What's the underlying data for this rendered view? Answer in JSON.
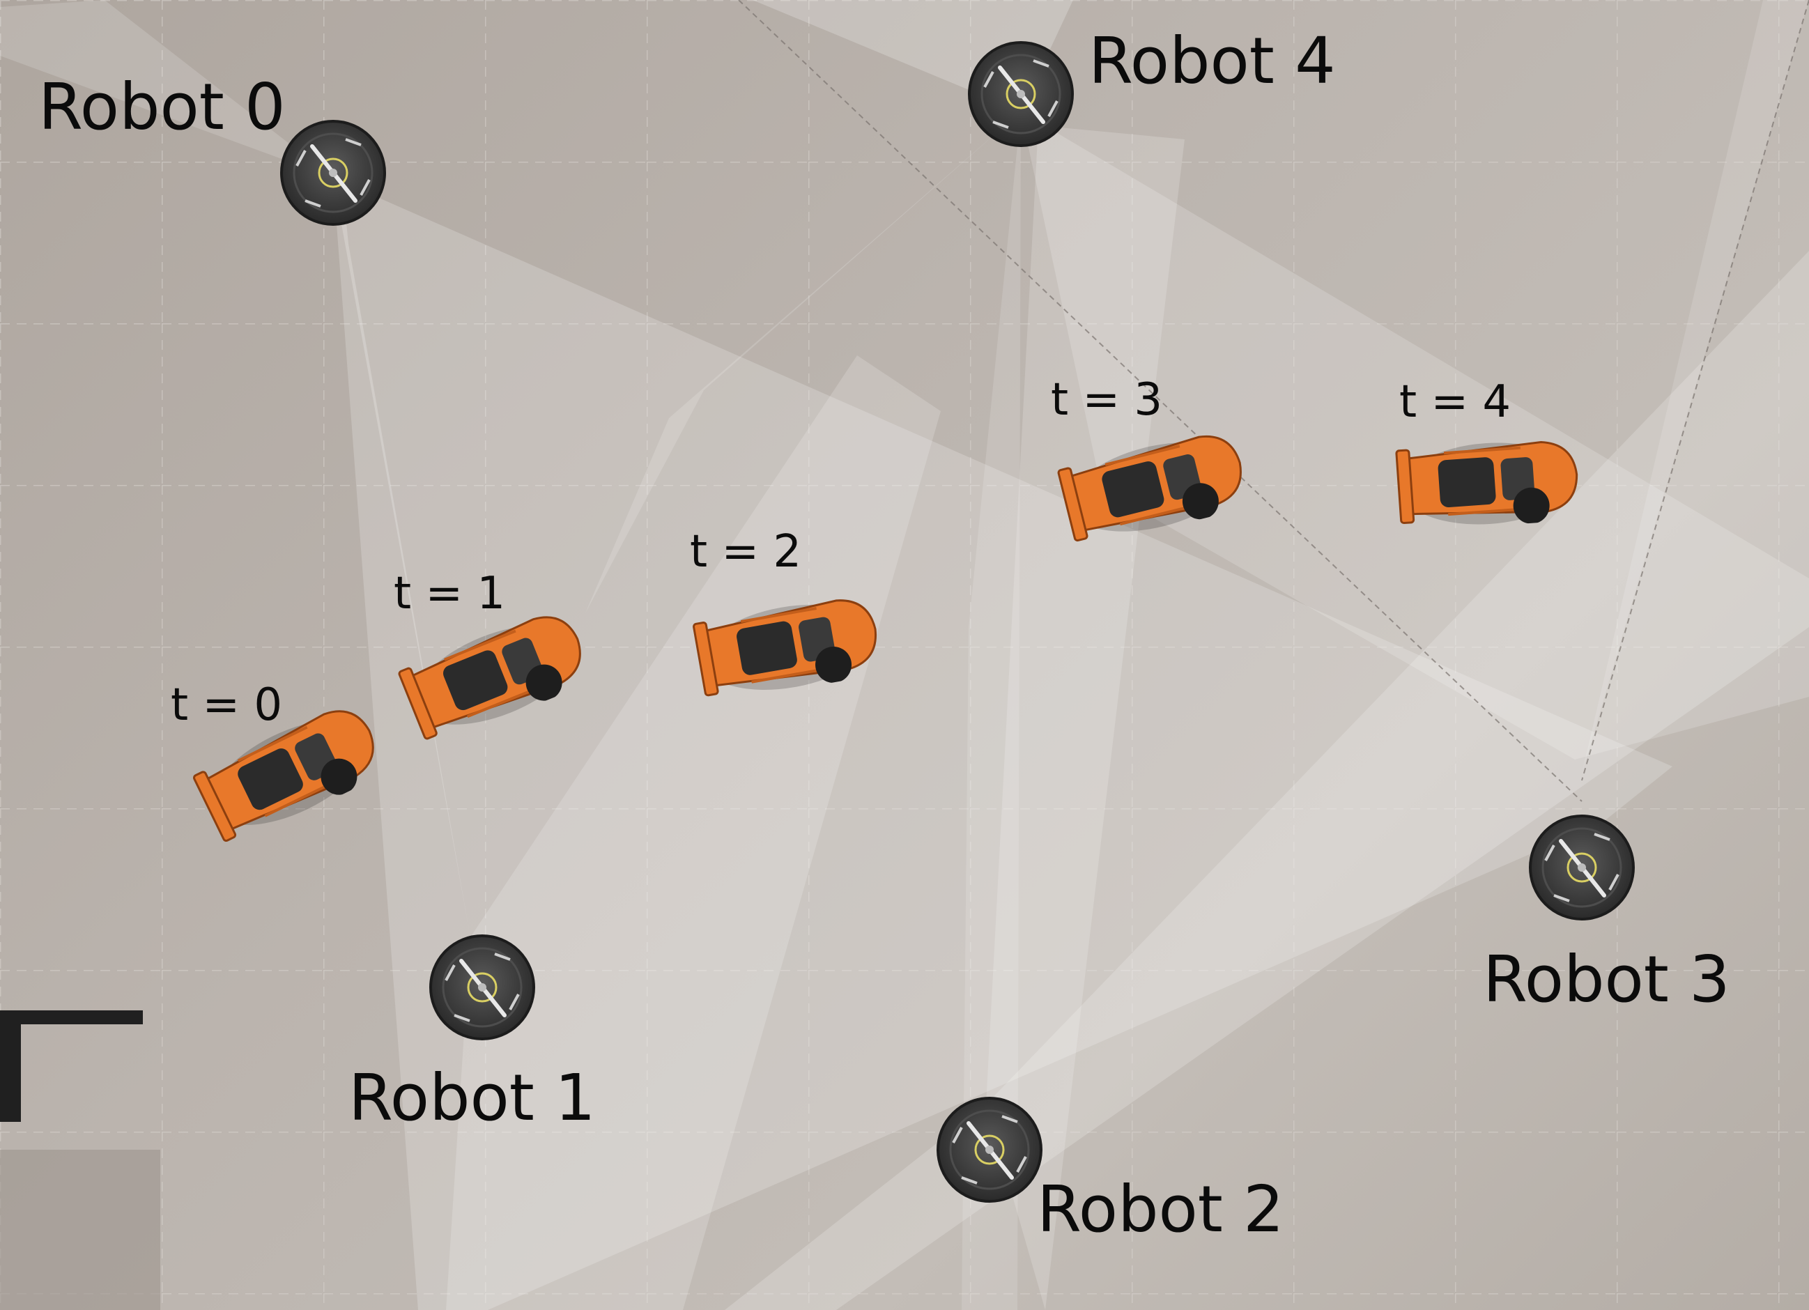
{
  "robots": [
    {
      "label": "Robot 0"
    },
    {
      "label": "Robot 1"
    },
    {
      "label": "Robot 2"
    },
    {
      "label": "Robot 3"
    },
    {
      "label": "Robot 4"
    }
  ],
  "timesteps": [
    {
      "label": "t = 0"
    },
    {
      "label": "t = 1"
    },
    {
      "label": "t = 2"
    },
    {
      "label": "t = 3"
    },
    {
      "label": "t = 4"
    }
  ],
  "colors": {
    "floor": "#b8b1ab",
    "sensor_cone": "#ffffff",
    "robot_body": "#3a3a3a",
    "car_body": "#e8782a",
    "label_text": "#0b0b0b"
  }
}
